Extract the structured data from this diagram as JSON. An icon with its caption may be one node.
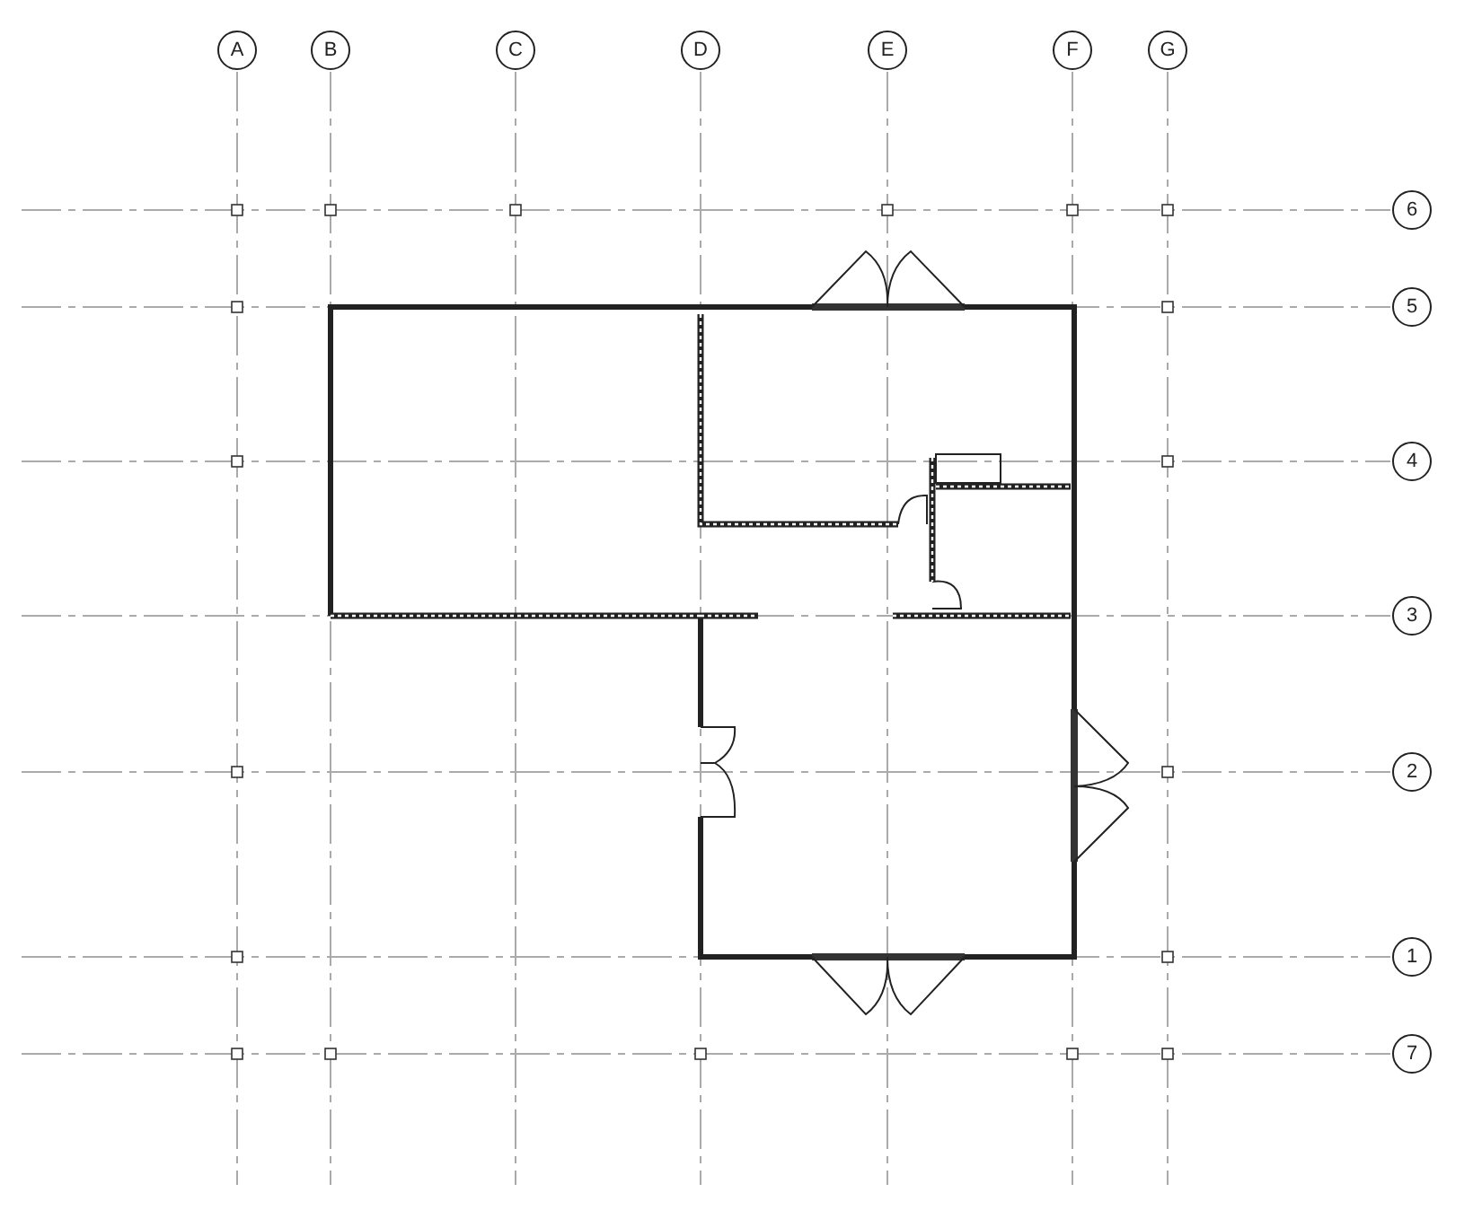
{
  "diagram": {
    "nodes": [
      {
        "text": [
          "A"
        ]
      },
      {
        "text": [
          "B"
        ]
      },
      {
        "text": [
          "C"
        ]
      },
      {
        "text": [
          "D"
        ]
      },
      {
        "text": [
          "E"
        ]
      },
      {
        "text": [
          "F"
        ]
      },
      {
        "text": [
          "G"
        ]
      },
      {
        "text": [
          "6"
        ]
      },
      {
        "text": [
          "5"
        ]
      },
      {
        "text": [
          "4"
        ]
      },
      {
        "text": [
          "3"
        ]
      },
      {
        "text": [
          "2"
        ]
      },
      {
        "text": [
          "1"
        ]
      },
      {
        "text": [
          "7"
        ]
      }
    ]
  }
}
